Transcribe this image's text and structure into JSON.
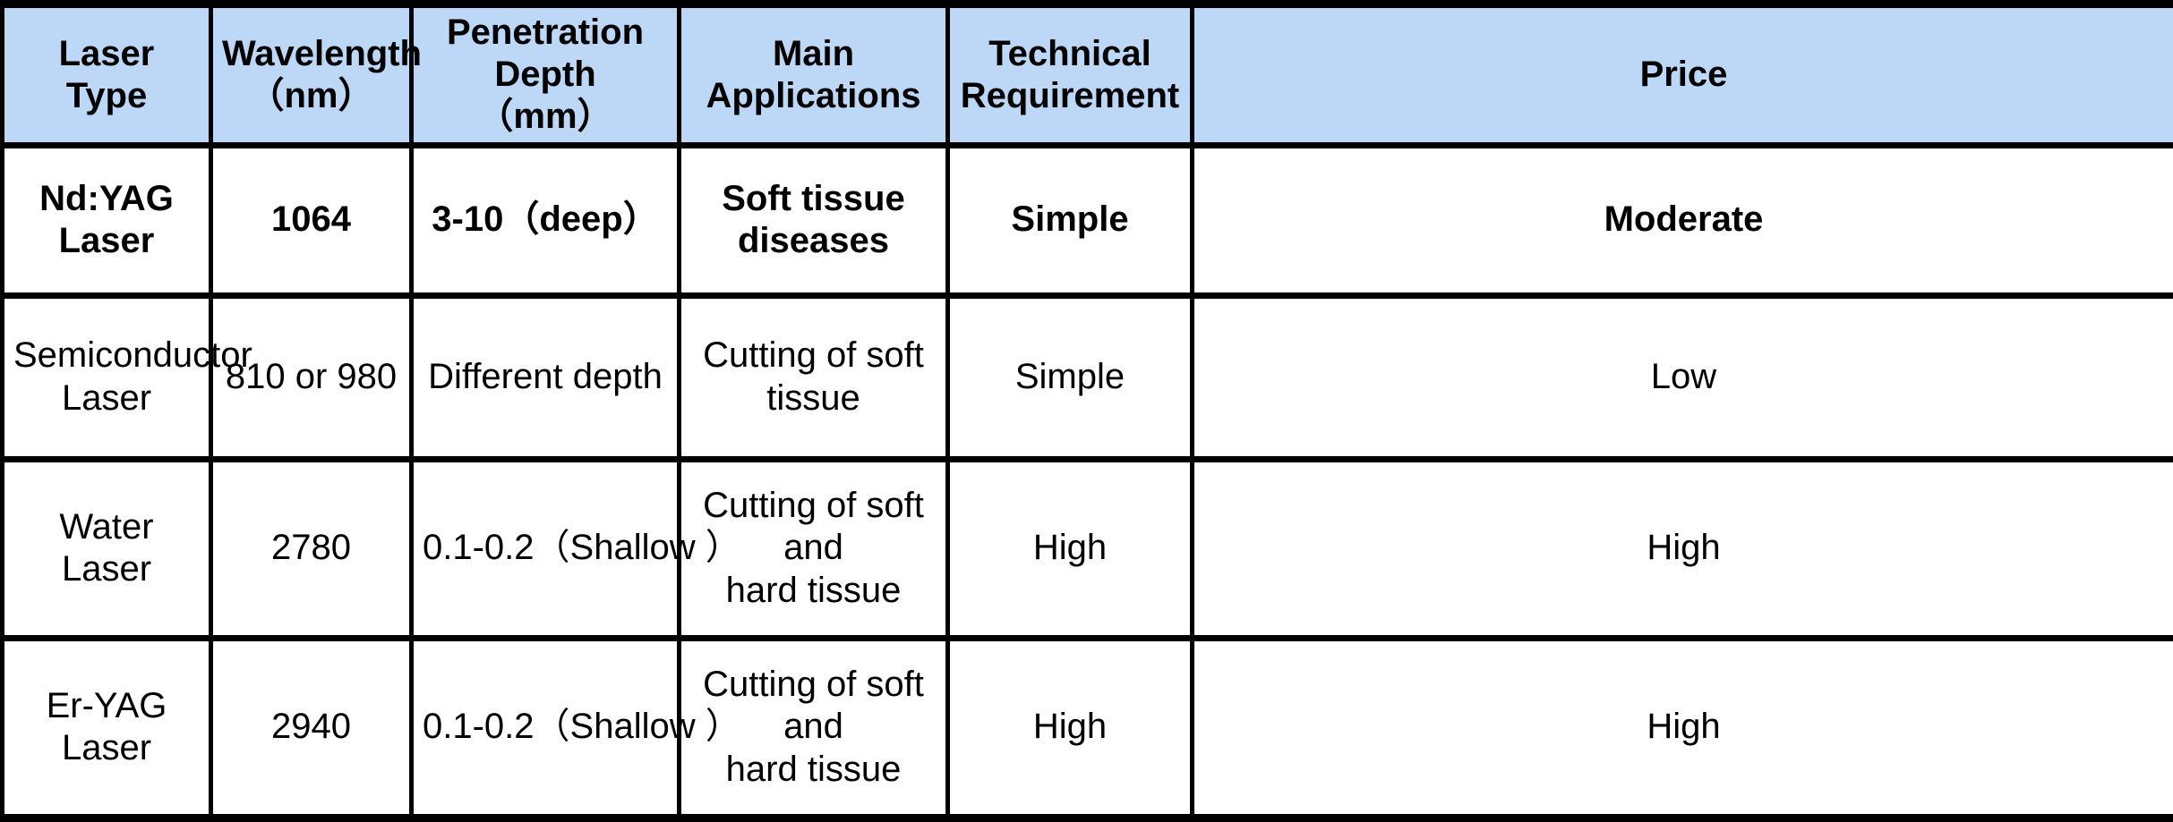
{
  "table": {
    "columns": [
      {
        "id": "laser_type",
        "label_line1": "Laser Type",
        "label_line2": ""
      },
      {
        "id": "wavelength",
        "label_line1": "Wavelength",
        "label_line2": "（nm）"
      },
      {
        "id": "penetration_depth",
        "label_line1": "Penetration Depth",
        "label_line2": "（mm）"
      },
      {
        "id": "main_applications",
        "label_line1": "Main Applications",
        "label_line2": ""
      },
      {
        "id": "technical_requirement",
        "label_line1": "Technical",
        "label_line2": "Requirement"
      },
      {
        "id": "price",
        "label_line1": "Price",
        "label_line2": ""
      }
    ],
    "rows": [
      {
        "emphasis": true,
        "laser_type_line1": "Nd:YAG Laser",
        "laser_type_line2": "",
        "wavelength": "1064",
        "penetration_depth": "3-10（deep）",
        "main_applications_line1": "Soft tissue diseases",
        "main_applications_line2": "",
        "technical_requirement": "Simple",
        "price": "Moderate"
      },
      {
        "emphasis": false,
        "laser_type_line1": "Semiconductor",
        "laser_type_line2": "Laser",
        "wavelength": "810 or 980",
        "penetration_depth": "Different depth",
        "main_applications_line1": "Cutting of soft tissue",
        "main_applications_line2": "",
        "technical_requirement": "Simple",
        "price": "Low"
      },
      {
        "emphasis": false,
        "laser_type_line1": "Water Laser",
        "laser_type_line2": "",
        "wavelength": "2780",
        "penetration_depth": "0.1-0.2（Shallow ）",
        "main_applications_line1": "Cutting of soft and",
        "main_applications_line2": "hard tissue",
        "technical_requirement": "High",
        "price": "High"
      },
      {
        "emphasis": false,
        "laser_type_line1": "Er-YAG Laser",
        "laser_type_line2": "",
        "wavelength": "2940",
        "penetration_depth": "0.1-0.2（Shallow ）",
        "main_applications_line1": "Cutting of soft and",
        "main_applications_line2": "hard tissue",
        "technical_requirement": "High",
        "price": "High"
      }
    ]
  },
  "style": {
    "header_background": "#bdd7f7",
    "body_background": "#ffffff",
    "border_color": "#000000",
    "text_color": "#000000"
  }
}
